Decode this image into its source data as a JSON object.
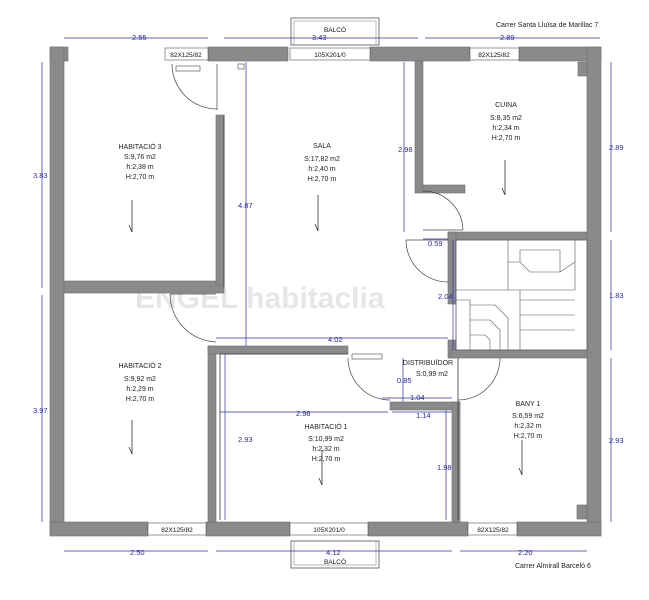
{
  "streets": {
    "top": "Carrer Santa Lluïsa de Marillac 7",
    "bottom": "Carrer Almirall Barceló 6"
  },
  "balconies": {
    "top": "BALCÓ",
    "bottom": "BALCÓ"
  },
  "windows": {
    "top_left": "82X125/82",
    "top_center": "105X201/0",
    "top_right": "82X125/82",
    "bottom_left": "82X125/82",
    "bottom_center": "105X201/0",
    "bottom_right": "82X125/82"
  },
  "rooms": {
    "habitacio3": {
      "name": "HABITACIÓ 3",
      "s": "S:9,76 m2",
      "h1": "h:2,38 m",
      "h2": "H:2,70 m"
    },
    "sala": {
      "name": "SALA",
      "s": "S:17,82 m2",
      "h1": "h:2,40 m",
      "h2": "H:2,70 m"
    },
    "cuina": {
      "name": "CUINA",
      "s": "S:8,35 m2",
      "h1": "h:2,34 m",
      "h2": "H:2,70 m"
    },
    "habitacio2": {
      "name": "HABITACIÓ 2",
      "s": "S:9,92 m2",
      "h1": "h:2,29 m",
      "h2": "H:2,70 m"
    },
    "distribuidor": {
      "name": "DISTRIBUÏDOR",
      "s": "S:0,99 m2"
    },
    "habitacio1": {
      "name": "HABITACIÓ 1",
      "s": "S:10,99 m2",
      "h1": "h:2,32 m",
      "h2": "H:2,70 m"
    },
    "bany1": {
      "name": "BANY 1",
      "s": "S:6,59 m2",
      "h1": "h:2,32 m",
      "h2": "H:2,70 m"
    }
  },
  "dimensions": {
    "top_left": "2.55",
    "top_center": "3.43",
    "top_right": "2.89",
    "left_upper": "3.83",
    "left_lower": "3.97",
    "right_upper": "2.89",
    "right_mid": "1.83",
    "right_lower": "2.93",
    "sala_height": "4.87",
    "sala_right": "2.98",
    "landing": "0.59",
    "stair_gap": "2.04",
    "sala_width": "4.02",
    "distrib_height": "0.85",
    "distrib_width": "1.04",
    "hab1_width": "2.98",
    "hab1_corridor": "1.14",
    "hab1_height": "2.93",
    "hab1_right": "1.98",
    "bottom_left": "2.50",
    "bottom_center": "4.12",
    "bottom_right": "2.20"
  },
  "watermark": "ENGEL habitaclia"
}
